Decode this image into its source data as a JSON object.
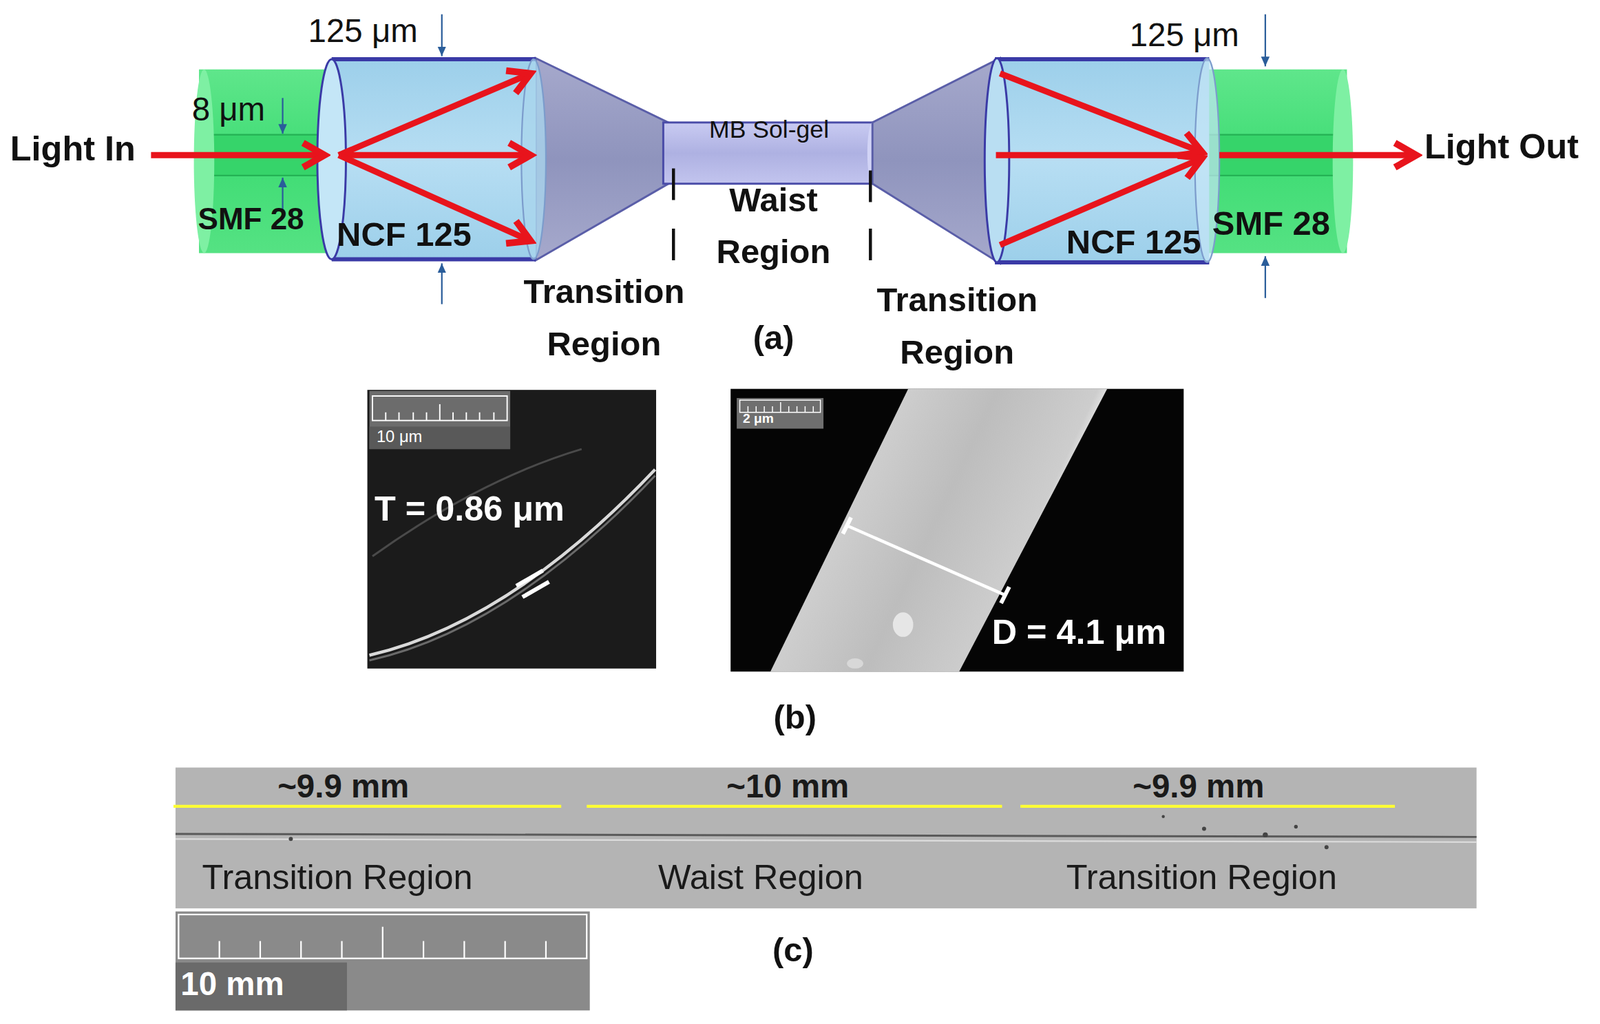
{
  "diagram": {
    "nodes": [
      {
        "text": [
          "SMF 28"
        ]
      },
      {
        "text": [
          "NCF 125"
        ]
      },
      {
        "text": [
          "MB Sol-gel"
        ]
      },
      {
        "text": [
          "NCF 125"
        ]
      },
      {
        "text": [
          "SMF 28"
        ]
      },
      {
        "text": [
          "10 μm",
          "T = 0.86 μm"
        ]
      },
      {
        "text": [
          "2 μm",
          "D = 4.1 μm"
        ]
      },
      {
        "text": [
          "~9.9 mm",
          "~10 mm",
          "~9.9 mm",
          "Transition Region",
          "Waist Region",
          "Transition Region"
        ]
      },
      {
        "text": [
          "10 mm"
        ]
      }
    ],
    "labels": [
      "125 μm",
      "125 μm",
      "8 μm",
      "Light In",
      "Light Out",
      "Waist Region",
      "Transition Region",
      "Transition Region",
      "(a)",
      "(b)",
      "(c)"
    ]
  }
}
